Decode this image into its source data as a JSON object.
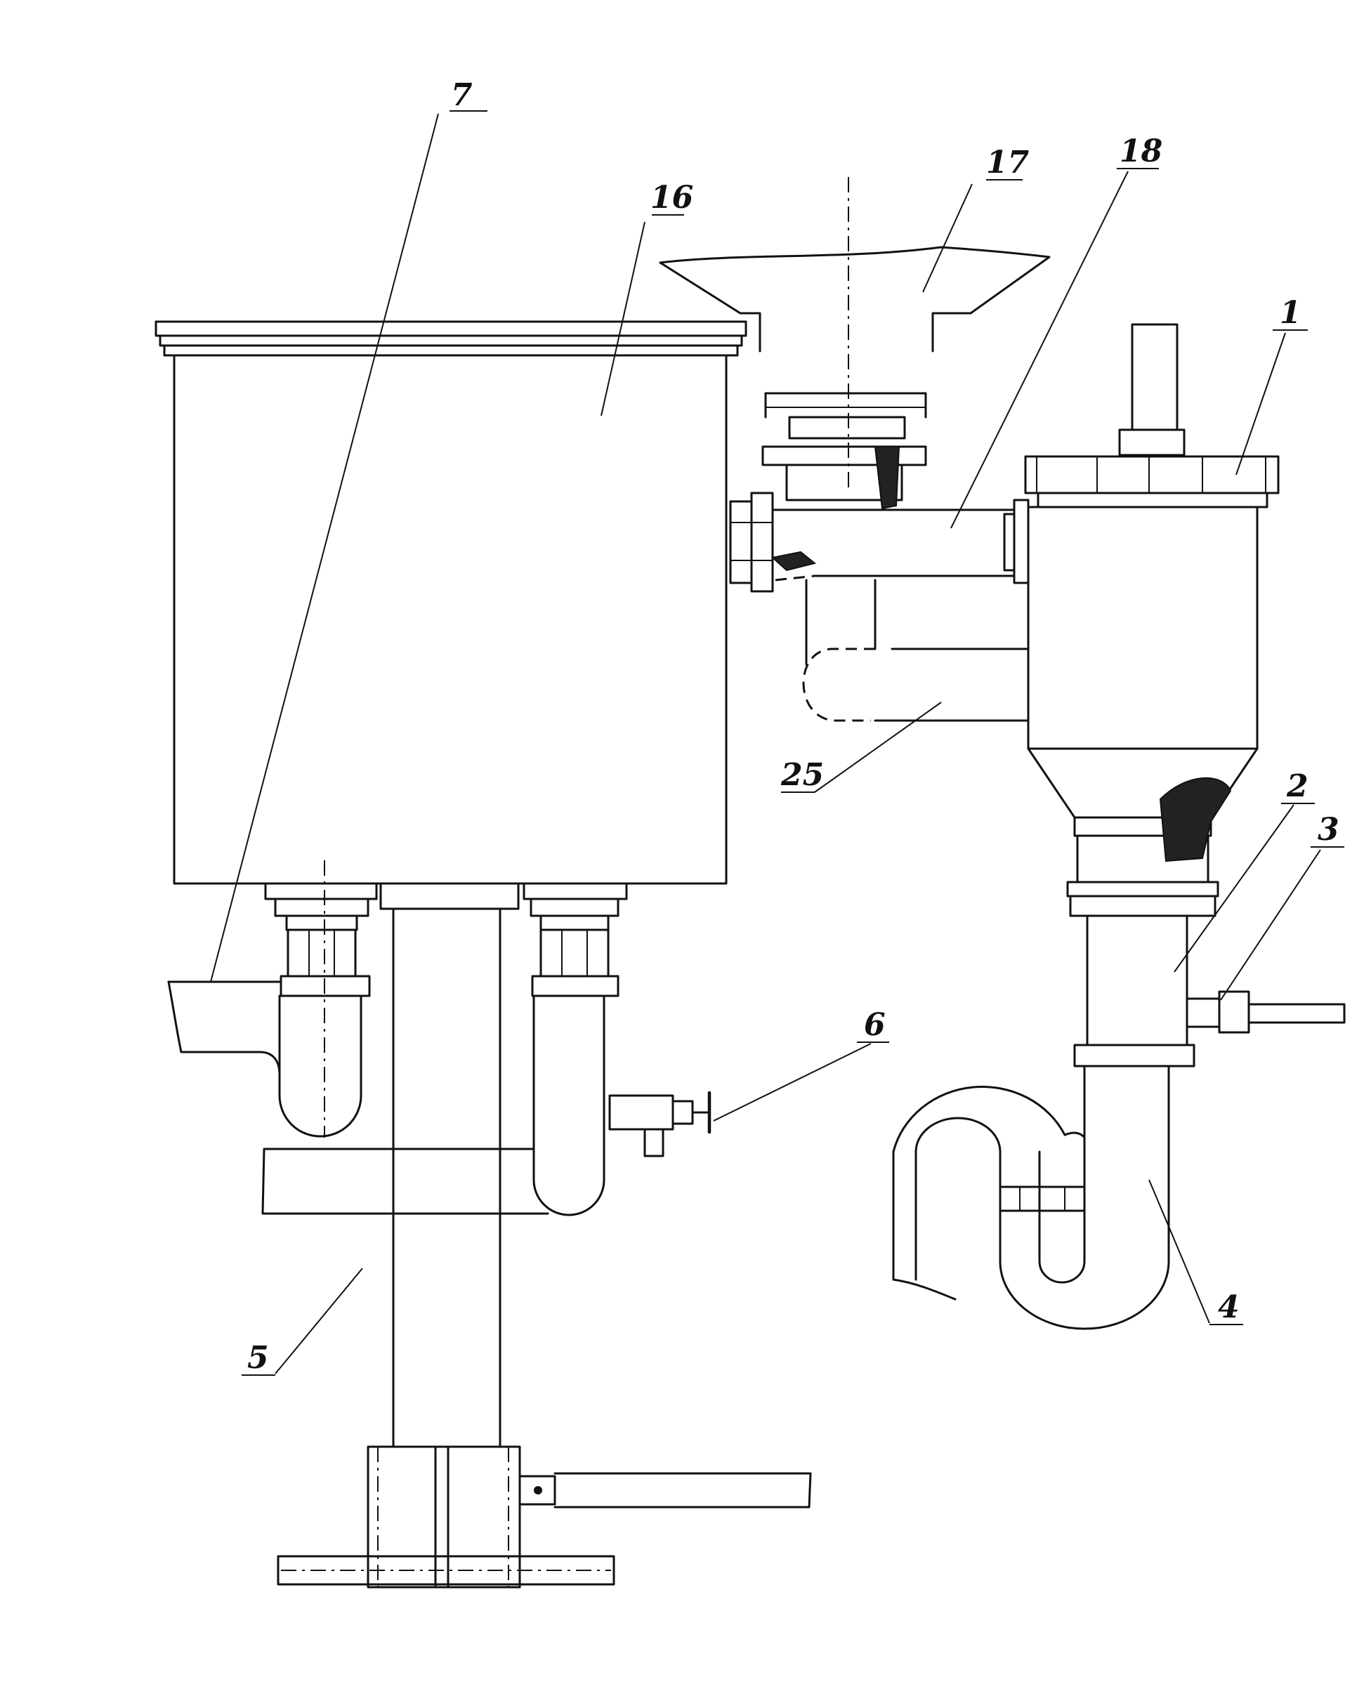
{
  "callouts": [
    {
      "id": "c7",
      "text": "7"
    },
    {
      "id": "c16",
      "text": "16"
    },
    {
      "id": "c17",
      "text": "17"
    },
    {
      "id": "c18",
      "text": "18"
    },
    {
      "id": "c1",
      "text": "1"
    },
    {
      "id": "c25",
      "text": "25"
    },
    {
      "id": "c2",
      "text": "2"
    },
    {
      "id": "c3",
      "text": "3"
    },
    {
      "id": "c6",
      "text": "6"
    },
    {
      "id": "c4",
      "text": "4"
    },
    {
      "id": "c5",
      "text": "5"
    }
  ]
}
